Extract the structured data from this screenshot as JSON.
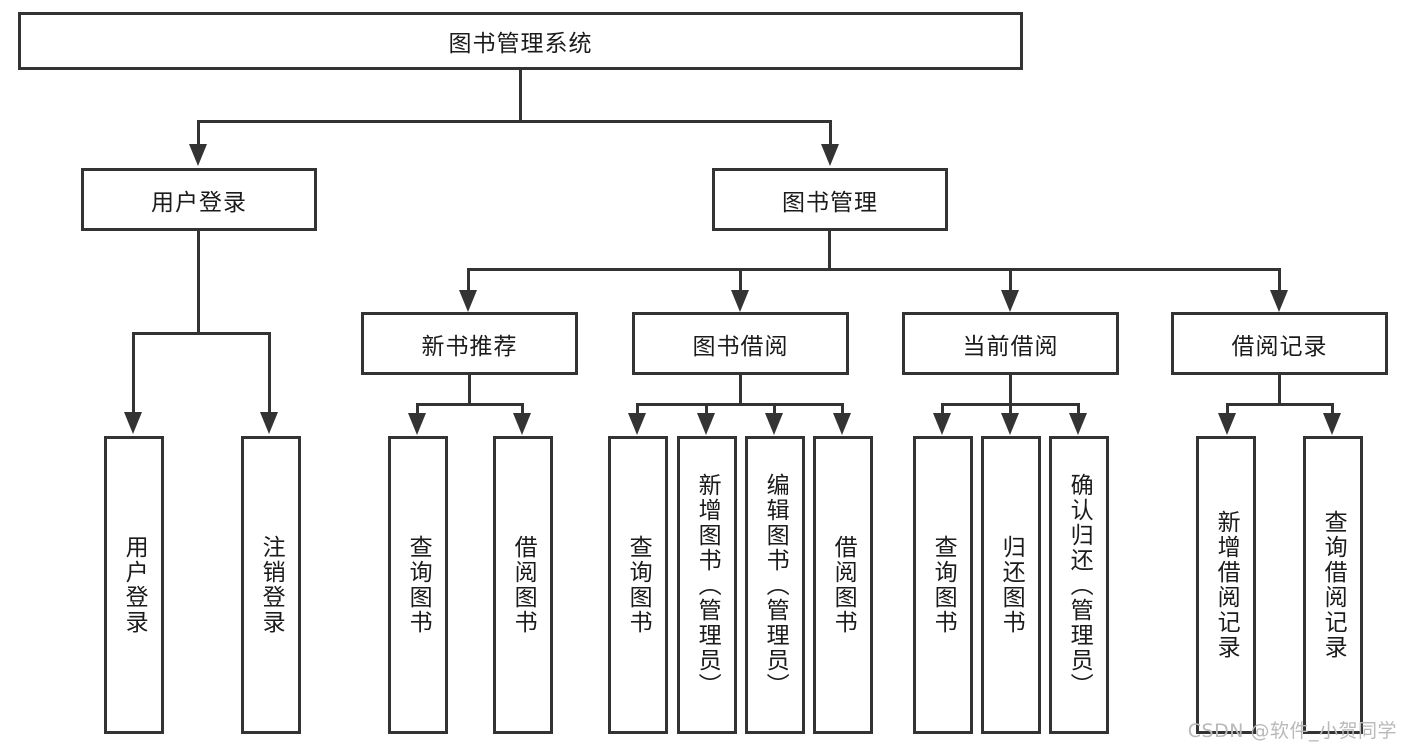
{
  "diagram": {
    "type": "tree-hierarchy-flowchart",
    "title": "图书管理系统",
    "watermark": "CSDN @软件_小贺同学",
    "colors": {
      "stroke": "#333333",
      "fill": "#ffffff",
      "text": "#1b1b1b",
      "watermark": "#b9b9b9"
    },
    "levels": {
      "level1": {
        "label": "图书管理系统"
      },
      "level2": [
        {
          "label": "用户登录"
        },
        {
          "label": "图书管理"
        }
      ],
      "level3": [
        {
          "label": "新书推荐"
        },
        {
          "label": "图书借阅"
        },
        {
          "label": "当前借阅"
        },
        {
          "label": "借阅记录"
        }
      ],
      "leaves": {
        "user_login": [
          {
            "label": "用户登录"
          },
          {
            "label": "注销登录"
          }
        ],
        "new_book_recommend": [
          {
            "label": "查询图书"
          },
          {
            "label": "借阅图书"
          }
        ],
        "book_borrow": [
          {
            "label": "查询图书"
          },
          {
            "label": "新增图书（管理员）"
          },
          {
            "label": "编辑图书（管理员）"
          },
          {
            "label": "借阅图书"
          }
        ],
        "current_borrow": [
          {
            "label": "查询图书"
          },
          {
            "label": "归还图书"
          },
          {
            "label": "确认归还（管理员）"
          }
        ],
        "borrow_record": [
          {
            "label": "新增借阅记录"
          },
          {
            "label": "查询借阅记录"
          }
        ]
      }
    }
  }
}
